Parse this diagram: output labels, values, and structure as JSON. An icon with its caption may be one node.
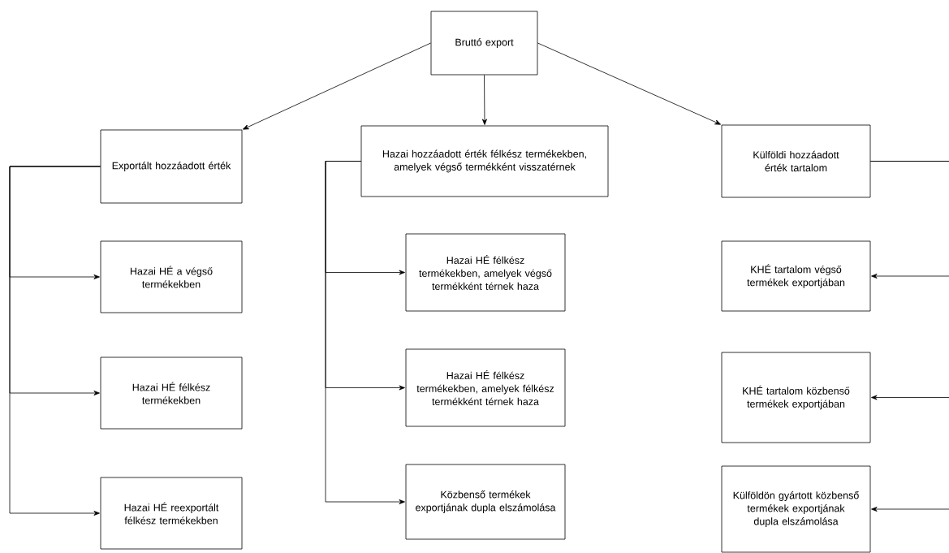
{
  "diagram": {
    "nodes": [
      {
        "text": [
          "Bruttó export"
        ]
      },
      {
        "text": [
          "Exportált hozzáadott érték"
        ]
      },
      {
        "text": [
          "Hazai hozzáadott érték félkész termékekben, amelyek végső termékként visszatérnek"
        ]
      },
      {
        "text": [
          "Külföldi hozzáadott érték tartalom"
        ]
      },
      {
        "text": [
          "Hazai HÉ a végső termékekben"
        ]
      },
      {
        "text": [
          "Hazai HÉ félkész termékekben"
        ]
      },
      {
        "text": [
          "Hazai HÉ reexportált félkész termékekben"
        ]
      },
      {
        "text": [
          "Hazai HÉ félkész termékekben, amelyek végső termékként térnek haza"
        ]
      },
      {
        "text": [
          "Hazai HÉ félkész termékekben, amelyek félkész termékként térnek haza"
        ]
      },
      {
        "text": [
          "Közbenső termékek exportjának dupla elszámolása"
        ]
      },
      {
        "text": [
          "KHÉ tartalom végső termékek exportjában"
        ]
      },
      {
        "text": [
          "KHÉ tartalom közbenső termékek exportjában"
        ]
      },
      {
        "text": [
          "Külföldön gyártott közbenső termékek exportjának dupla elszámolása"
        ]
      }
    ],
    "edges": [
      {
        "from": 0,
        "to": 1,
        "arrow": "to"
      },
      {
        "from": 0,
        "to": 2,
        "arrow": "to"
      },
      {
        "from": 0,
        "to": 3,
        "arrow": "to"
      },
      {
        "from": 1,
        "to": 4,
        "arrow": "to"
      },
      {
        "from": 1,
        "to": 5,
        "arrow": "to"
      },
      {
        "from": 1,
        "to": 6,
        "arrow": "to"
      },
      {
        "from": 2,
        "to": 7,
        "arrow": "to"
      },
      {
        "from": 2,
        "to": 8,
        "arrow": "to"
      },
      {
        "from": 2,
        "to": 9,
        "arrow": "to"
      },
      {
        "from": 3,
        "to": 10,
        "arrow": "to"
      },
      {
        "from": 3,
        "to": 11,
        "arrow": "to"
      },
      {
        "from": 3,
        "to": 12,
        "arrow": "to"
      }
    ]
  }
}
